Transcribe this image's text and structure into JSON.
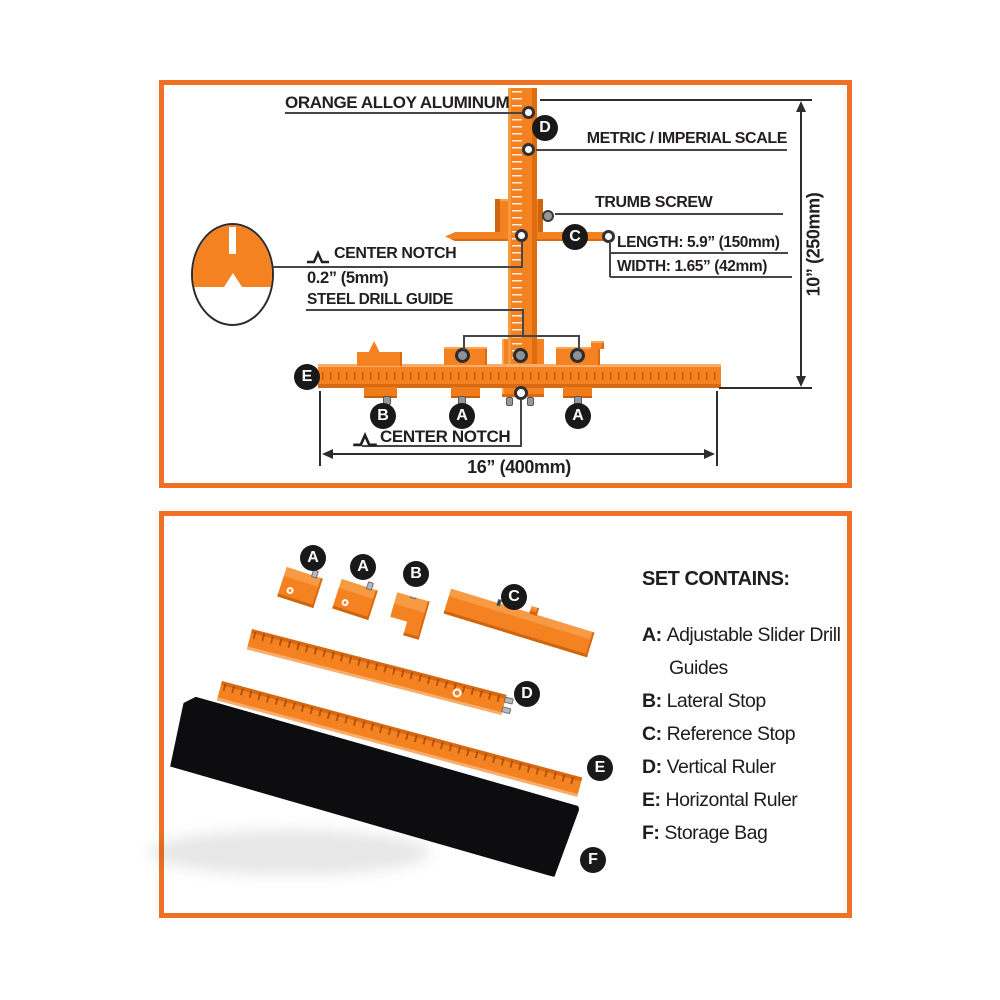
{
  "colors": {
    "accent": "#ef7123",
    "tool_orange": "#f58220",
    "badge_black": "#191919",
    "text_dark": "#231f20",
    "line_gray": "#46464a"
  },
  "icons": {
    "center-notch-icon": "∧ peak glyph"
  },
  "top_panel": {
    "callouts": {
      "material": "ORANGE ALLOY ALUMINUM",
      "scale": "METRIC / IMPERIAL SCALE",
      "thumb_screw": "TRUMB SCREW",
      "length": "LENGTH: 5.9” (150mm)",
      "width": "WIDTH: 1.65” (42mm)",
      "center_notch_top": "CENTER NOTCH",
      "notch_size": "0.2” (5mm)",
      "drill_guide": "STEEL DRILL GUIDE",
      "center_notch_bottom": "CENTER NOTCH"
    },
    "dimensions": {
      "height": "10” (250mm)",
      "width": "16” (400mm)"
    },
    "badges": [
      "D",
      "C",
      "E",
      "B",
      "A",
      "A"
    ]
  },
  "bottom_panel": {
    "badges": [
      "A",
      "A",
      "B",
      "C",
      "D",
      "E",
      "F"
    ],
    "legend": {
      "title": "SET CONTAINS:",
      "items": [
        {
          "key": "A:",
          "label": "Adjustable Slider Drill Guides"
        },
        {
          "key": "B:",
          "label": "Lateral Stop"
        },
        {
          "key": "C:",
          "label": "Reference Stop"
        },
        {
          "key": "D:",
          "label": "Vertical Ruler"
        },
        {
          "key": "E:",
          "label": "Horizontal Ruler"
        },
        {
          "key": "F:",
          "label": "Storage Bag"
        }
      ]
    }
  }
}
